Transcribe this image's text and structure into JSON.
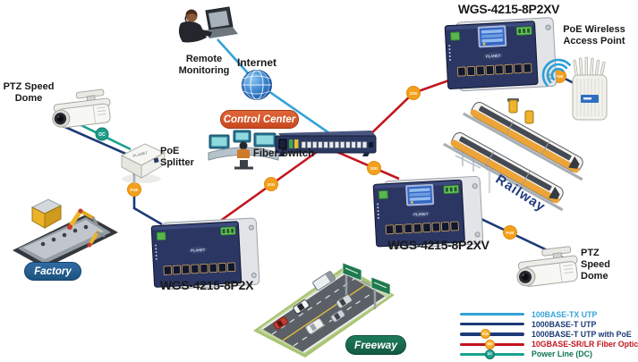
{
  "nodes": {
    "remote_monitoring": {
      "label_line1": "Remote",
      "label_line2": "Monitoring"
    },
    "internet": {
      "label": "Internet"
    },
    "control_center": {
      "label": "Control Center"
    },
    "fiber_switch": {
      "label": "Fiber Switch"
    },
    "switch_top": {
      "model": "WGS-4215-8P2XV"
    },
    "switch_right": {
      "model": "WGS-4215-8P2XV"
    },
    "switch_left": {
      "model": "WGS-4215-8P2X"
    },
    "wireless_ap": {
      "label_line1": "PoE Wireless",
      "label_line2": "Access Point"
    },
    "ptz_dome_left": {
      "label_line1": "PTZ Speed",
      "label_line2": "Dome"
    },
    "poe_splitter": {
      "label_line1": "PoE",
      "label_line2": "Splitter"
    },
    "factory": {
      "label": "Factory"
    },
    "railway": {
      "label": "Railway"
    },
    "freeway": {
      "label": "Freeway"
    },
    "ptz_dome_right": {
      "label_line1": "PTZ Speed",
      "label_line2": "Dome"
    }
  },
  "link_badges": {
    "poe": "PoE",
    "ten_g": "10G",
    "dc": "DC"
  },
  "device_text": {
    "brand": "PLANET"
  },
  "legend": {
    "items": [
      {
        "label": "100BASE-TX UTP",
        "color": "#35a3d7",
        "badge": ""
      },
      {
        "label": "1000BASE-T UTP",
        "color": "#1c3a77",
        "badge": ""
      },
      {
        "label": "1000BASE-T UTP with PoE",
        "color": "#1c3a77",
        "badge": "PoE"
      },
      {
        "label": "10GBASE-SR/LR Fiber Optic",
        "color": "#c2161f",
        "badge": "10G"
      },
      {
        "label": "Power Line (DC)",
        "color": "#17a28f",
        "badge": "DC",
        "text_color": "#0e7255"
      }
    ]
  },
  "colors": {
    "utp_100": "#35a3d7",
    "utp_1000": "#1c3a77",
    "fiber_10g": "#c2161f",
    "power_dc": "#17a28f",
    "poe_badge": "#f4a01c",
    "control_center_badge": "#d4572e",
    "factory_badge": "#215e92",
    "freeway_badge": "#17694f",
    "railway_text": "#1f3a7c"
  }
}
